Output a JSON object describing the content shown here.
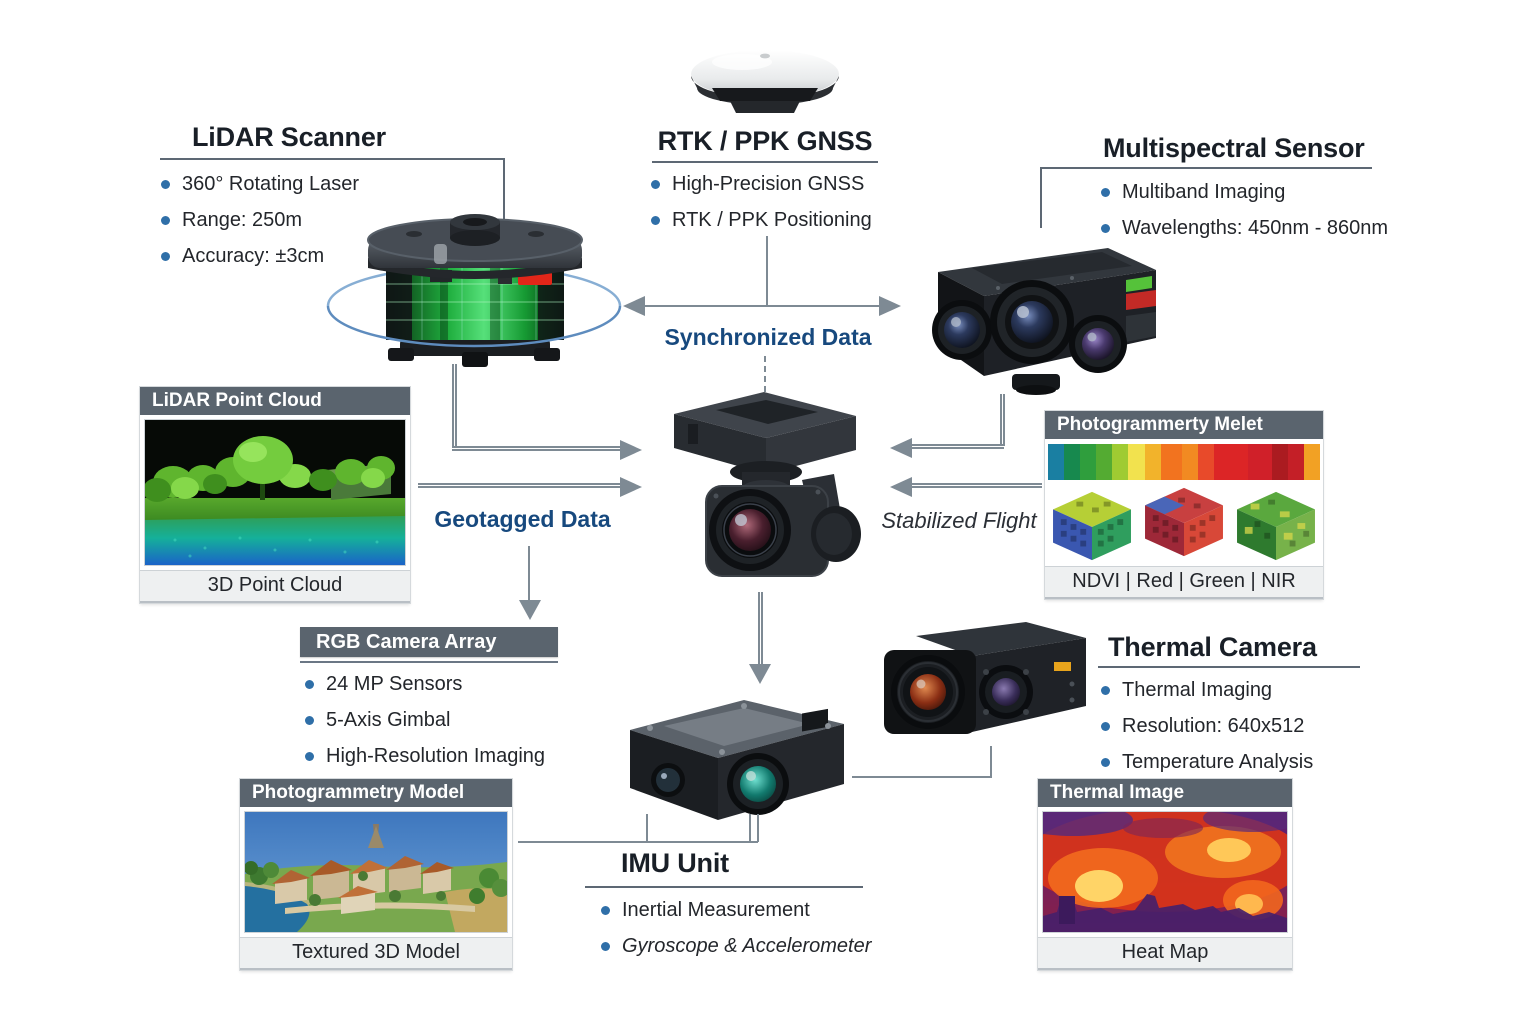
{
  "sections": {
    "lidar": {
      "title": "LiDAR Scanner",
      "bullets": [
        "360° Rotating Laser",
        "Range: 250m",
        "Accuracy: ±3cm"
      ]
    },
    "gnss": {
      "title": "RTK / PPK GNSS",
      "bullets": [
        "High-Precision GNSS",
        "RTK / PPK Positioning"
      ]
    },
    "multispectral": {
      "title": "Multispectral Sensor",
      "bullets": [
        "Multiband Imaging",
        "Wavelengths: 450nm - 860nm"
      ]
    },
    "rgb_camera": {
      "title": "RGB Camera Array",
      "bullets": [
        "24 MP Sensors",
        "5-Axis Gimbal",
        "High-Resolution Imaging"
      ]
    },
    "thermal_camera": {
      "title": "Thermal Camera",
      "bullets": [
        "Thermal Imaging",
        "Resolution: 640x512",
        "Temperature Analysis"
      ]
    },
    "imu": {
      "title": "IMU Unit",
      "bullets": [
        "Inertial Measurement",
        "Gyroscope & Accelerometer"
      ]
    }
  },
  "flow_labels": {
    "synchronized": "Synchronized Data",
    "geotagged": "Geotagged Data",
    "stabilized": "Stabilized Flight"
  },
  "cards": {
    "point_cloud": {
      "header": "LiDAR Point Cloud",
      "caption": "3D Point Cloud"
    },
    "spectral_bands": {
      "header": "Photogrammerty Melet",
      "caption": "NDVI | Red | Green | NIR",
      "colorbar": [
        "#1a7fa2",
        "#17894e",
        "#2f9e3d",
        "#54ab32",
        "#9fcb32",
        "#f2e24e",
        "#f2b32b",
        "#f2731f",
        "#f28a22",
        "#e84a2a",
        "#dc2526",
        "#d02029",
        "#ab1b20",
        "#c41f27",
        "#f2a124"
      ]
    },
    "photogrammetry_model": {
      "header": "Photogrammetry Model",
      "caption": "Textured 3D Model"
    },
    "thermal_image": {
      "header": "Thermal Image",
      "caption": "Heat Map"
    }
  },
  "colors": {
    "accent_blue": "#17497e",
    "arrow_gray": "#7e8a94",
    "card_header_bg": "#5a646e",
    "bullet_dot": "#2f6fa8"
  }
}
